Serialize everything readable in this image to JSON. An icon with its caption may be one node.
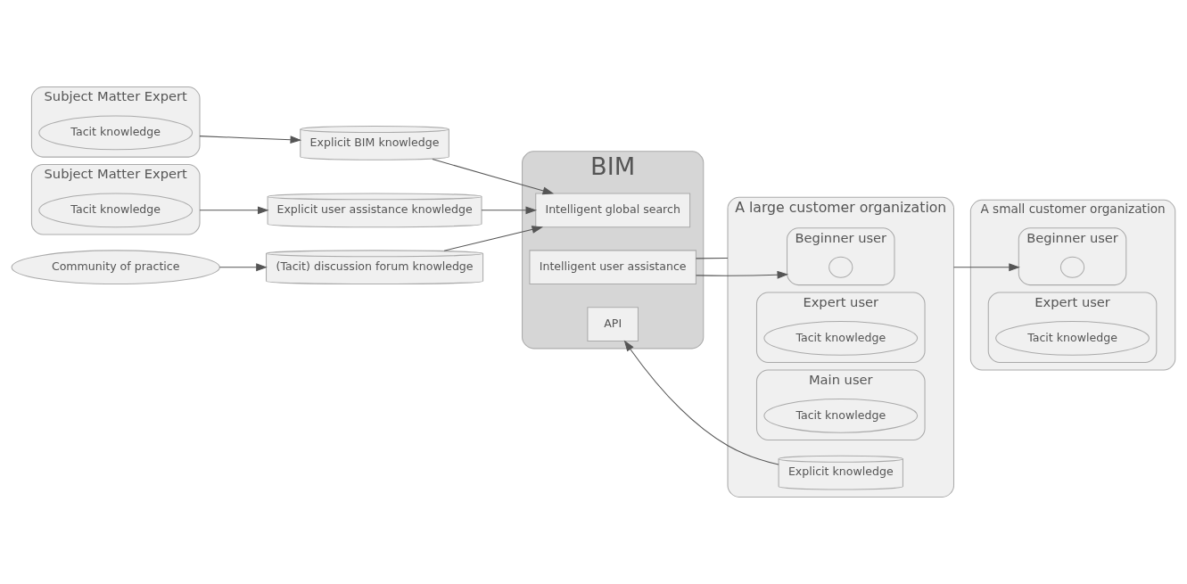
{
  "diagram": {
    "nodes": [
      {
        "text": [
          "Subject Matter Expert"
        ]
      },
      {
        "text": [
          "Tacit knowledge"
        ],
        "in": 0
      },
      {
        "text": [
          "Explicit BIM knowledge"
        ]
      },
      {
        "text": [
          "Subject Matter Expert"
        ]
      },
      {
        "text": [
          "Tacit knowledge"
        ],
        "in": 3
      },
      {
        "text": [
          "Explicit user assistance knowledge"
        ]
      },
      {
        "text": [
          "BIM"
        ]
      },
      {
        "text": [
          "Intelligent global search"
        ],
        "in": 6
      },
      {
        "text": [
          "API"
        ],
        "in": 6
      },
      {
        "text": [
          "Intelligent user assistance"
        ],
        "in": 6
      },
      {
        "text": [
          "(Tacit) discussion forum knowledge"
        ]
      },
      {
        "text": [
          "Community of practice"
        ]
      },
      {
        "text": [
          "A large customer organization"
        ]
      },
      {
        "text": [
          "Beginner user"
        ],
        "in": 12
      },
      {
        "text": [],
        "shape": "cloud",
        "in": 13
      },
      {
        "text": [
          "Expert user"
        ],
        "in": 12
      },
      {
        "text": [
          "Tacit knowledge"
        ],
        "in": 15
      },
      {
        "text": [
          "Explicit knowledge"
        ],
        "in": 12
      },
      {
        "text": [
          "Main user"
        ],
        "in": 12
      },
      {
        "text": [
          "Tacit knowledge"
        ],
        "in": 18
      },
      {
        "text": [
          "A small customer organization"
        ]
      },
      {
        "text": [
          "Beginner user"
        ],
        "in": 20
      },
      {
        "text": [],
        "shape": "cloud",
        "in": 21
      },
      {
        "text": [
          "Expert user"
        ],
        "in": 20
      },
      {
        "text": [
          "Tacit knowledge"
        ],
        "in": 23
      }
    ],
    "edges": [
      {
        "from": 0,
        "to": 2,
        "arrow": "to"
      },
      {
        "from": 3,
        "to": 5,
        "arrow": "to"
      },
      {
        "from": 2,
        "to": 7,
        "arrow": "to"
      },
      {
        "from": 5,
        "to": 7,
        "arrow": "to"
      },
      {
        "from": 10,
        "to": 7,
        "arrow": "to"
      },
      {
        "from": 17,
        "to": 8,
        "arrow": "to"
      },
      {
        "from": 11,
        "to": 10,
        "arrow": "to"
      },
      {
        "from": 9,
        "to": 13,
        "arrow": "to"
      },
      {
        "from": 9,
        "to": 12,
        "arrow": "none"
      },
      {
        "from": 12,
        "to": 21,
        "arrow": "to"
      }
    ]
  }
}
